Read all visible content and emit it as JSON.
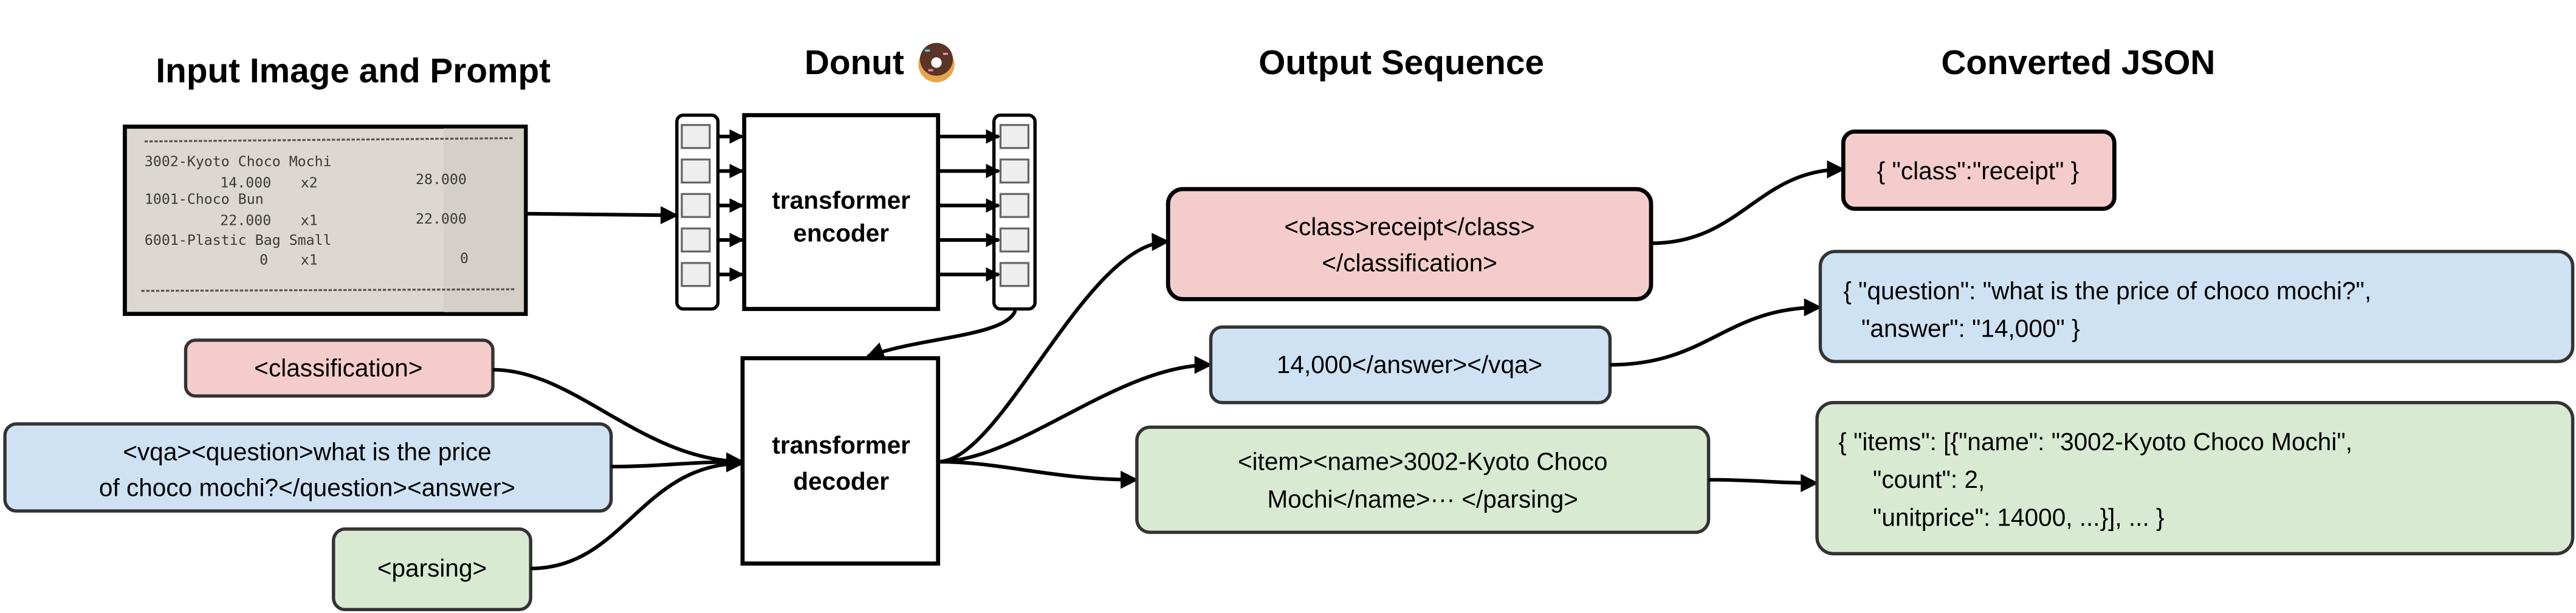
{
  "titles": {
    "input": "Input Image and Prompt",
    "model": "Donut",
    "model_emoji": "🍩",
    "output": "Output Sequence",
    "json": "Converted JSON"
  },
  "receipt": {
    "lines": [
      "3002-Kyoto Choco Mochi",
      "14.000",
      "x2",
      "28.000",
      "1001-Choco Bun",
      "22.000",
      "x1",
      "22.000",
      "6001-Plastic Bag Small",
      "0",
      "x1",
      "0"
    ]
  },
  "model": {
    "encoder": [
      "transformer",
      "encoder"
    ],
    "decoder": [
      "transformer",
      "decoder"
    ]
  },
  "prompts": {
    "classification": "<classification>",
    "vqa": [
      "<vqa><question>what is the price",
      "of choco mochi?</question><answer>"
    ],
    "parsing": "<parsing>"
  },
  "outputs": {
    "classification": [
      "<class>receipt</class>",
      "</classification>"
    ],
    "vqa": "14,000</answer></vqa>",
    "parsing": [
      "<item><name>3002-Kyoto Choco",
      "Mochi</name>··· </parsing>"
    ]
  },
  "json_outputs": {
    "classification": "{ \"class\":\"receipt\" }",
    "vqa": [
      "{ \"question\": \"what is the price of choco mochi?\",",
      "\"answer\": \"14,000\" }"
    ],
    "parsing": [
      "{ \"items\": [{\"name\": \"3002-Kyoto Choco Mochi\",",
      "\"count\": 2,",
      "\"unitprice\": 14000, ...}], ... }"
    ]
  },
  "colors": {
    "classification": "#f4cccc",
    "vqa": "#cfe2f3",
    "parsing": "#d9ead3",
    "receipt_paper": "#dcd8d1",
    "token": "#eeeeee"
  }
}
